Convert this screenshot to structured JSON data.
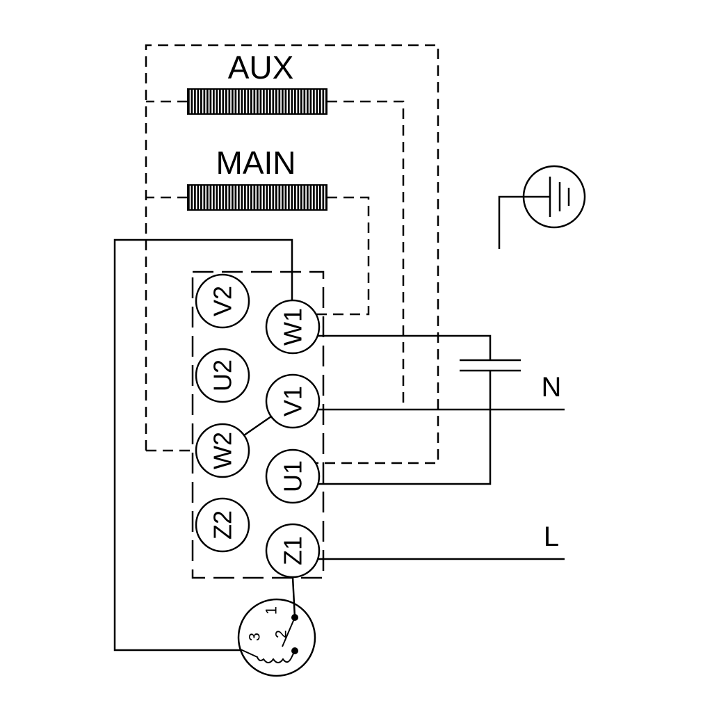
{
  "diagram": {
    "colors": {
      "line": "#000000",
      "background": "#ffffff"
    },
    "windings": {
      "aux": {
        "label": "AUX"
      },
      "main": {
        "label": "MAIN"
      }
    },
    "terminal_board": {
      "terminals": [
        {
          "label": "V2"
        },
        {
          "label": "W1"
        },
        {
          "label": "U2"
        },
        {
          "label": "V1"
        },
        {
          "label": "W2"
        },
        {
          "label": "U1"
        },
        {
          "label": "Z2"
        },
        {
          "label": "Z1"
        }
      ]
    },
    "supply": {
      "neutral_label": "N",
      "line_label": "L"
    },
    "thermal_protector": {
      "terminal_labels": [
        "1",
        "2",
        "3"
      ]
    },
    "symbols": [
      {
        "name": "aux-winding-coil-icon"
      },
      {
        "name": "main-winding-coil-icon"
      },
      {
        "name": "earth-ground-icon"
      },
      {
        "name": "capacitor-icon"
      },
      {
        "name": "thermal-protector-icon"
      }
    ]
  }
}
